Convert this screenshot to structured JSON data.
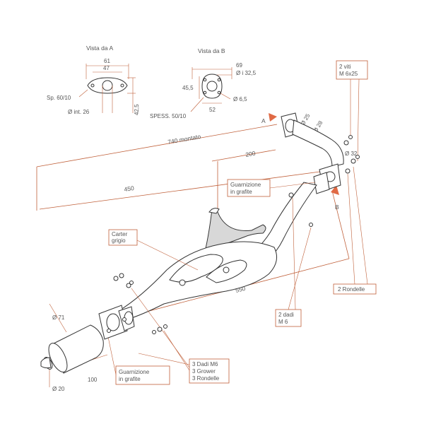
{
  "views": {
    "view_a": {
      "title": "Vista da  A",
      "dim_61": "61",
      "dim_47": "47",
      "dim_42_5": "42,5",
      "thickness": "Sp. 60/10",
      "inner_dia": "Ø int. 26"
    },
    "view_b": {
      "title": "Vista da  B",
      "dim_69": "69",
      "dim_i32_5": "Ø i 32,5",
      "dim_45_5": "45,5",
      "dim_6_5": "Ø 6,5",
      "dim_52": "52",
      "thickness": "SPESS. 50/10"
    }
  },
  "dimensions": {
    "overall": "740 montato",
    "d200": "200",
    "d450": "450",
    "d550": "550",
    "d100": "100",
    "dia25": "Ø 25",
    "dia28": "Ø 28",
    "dia32": "Ø 32",
    "dia71": "Ø 71",
    "dia20": "Ø 20"
  },
  "markers": {
    "a": "A",
    "b": "B"
  },
  "callouts": {
    "screws": [
      "2 viti",
      "M 6x25"
    ],
    "gasket_top": [
      "Guarnizione",
      "in grafite"
    ],
    "carter": [
      "Carter",
      "grigio"
    ],
    "washers": "2 Rondelle",
    "nuts": [
      "2 dadi",
      "M 6"
    ],
    "hardware": [
      "3 Dadi M6",
      "3 Grower",
      "3 Rondelle"
    ],
    "gasket_bottom": [
      "Guarnizione",
      "in grafite"
    ]
  },
  "colors": {
    "dimension": "#c0603a",
    "line": "#333333",
    "text": "#555555",
    "carter": "#d8d8d8"
  }
}
